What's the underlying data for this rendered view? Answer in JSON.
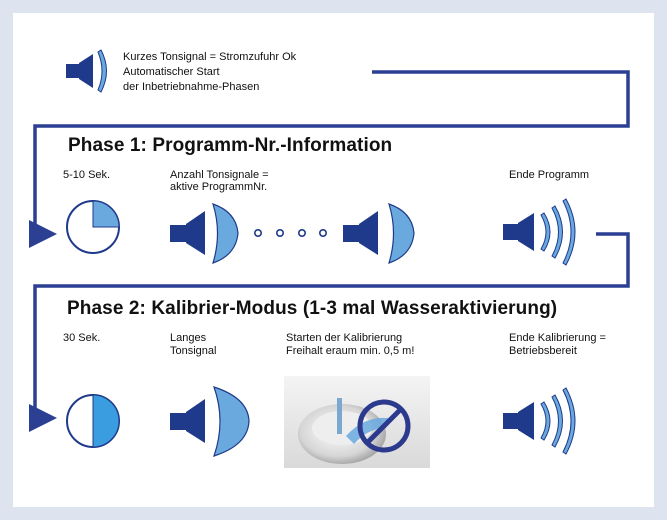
{
  "intro": {
    "line1": "Kurzes Tonsignal = Stromzufuhr  Ok",
    "line2": "Automatischer Start",
    "line3": "der Inbetriebnahme-Phasen"
  },
  "phase1": {
    "title": "Phase 1: Programm-Nr.-Information",
    "timer_label": "5-10 Sek.",
    "count_label_line1": "Anzahl Tonsignale =",
    "count_label_line2": "aktive ProgrammNr.",
    "end_label": "Ende Programm",
    "timer_fill": 0.25
  },
  "phase2": {
    "title": "Phase 2: Kalibrier-Modus  (1-3 mal Wasseraktivierung)",
    "timer_label": "30 Sek.",
    "long_signal_line1": "Langes",
    "long_signal_line2": "Tonsignal",
    "calib_line1": "Starten  der Kalibrierung",
    "calib_line2": "Freihalt eraum min. 0,5 m!",
    "end_line1": "Ende Kalibrierung =",
    "end_line2": "Betriebsbereit",
    "timer_fill": 0.5
  },
  "colors": {
    "background": "#dde3ef",
    "panel": "#ffffff",
    "speaker": "#1f3a8a",
    "wave_fill": "#6aa9de",
    "arrow": "#2b3f93",
    "timer_fill": "#3a9de0",
    "prohibit": "#2c3a8e"
  },
  "icons": [
    "speaker-icon",
    "sound-wave-icon",
    "timer-icon",
    "prohibited-icon",
    "flow-arrow-icon"
  ]
}
